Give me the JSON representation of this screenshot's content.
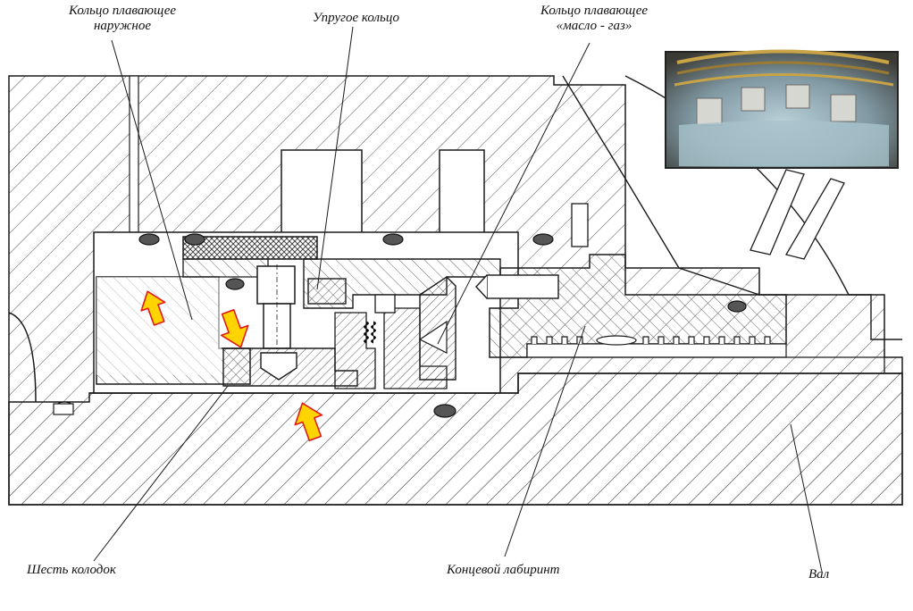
{
  "labels": {
    "outer_ring": [
      "Кольцо плавающее",
      "наружное"
    ],
    "elastic_ring": "Упругое кольцо",
    "oil_gas_ring": [
      "Кольцо плавающее",
      "«масло - газ»"
    ],
    "six_pads": "Шесть колодок",
    "end_labyrinth": "Концевой лабиринт",
    "shaft": "Вал"
  },
  "colors": {
    "line": "#1a1a1a",
    "hatch": "#444444",
    "arrow_fill": "#ffd400",
    "arrow_stroke": "#e01a1a",
    "rubber": "#555555"
  }
}
